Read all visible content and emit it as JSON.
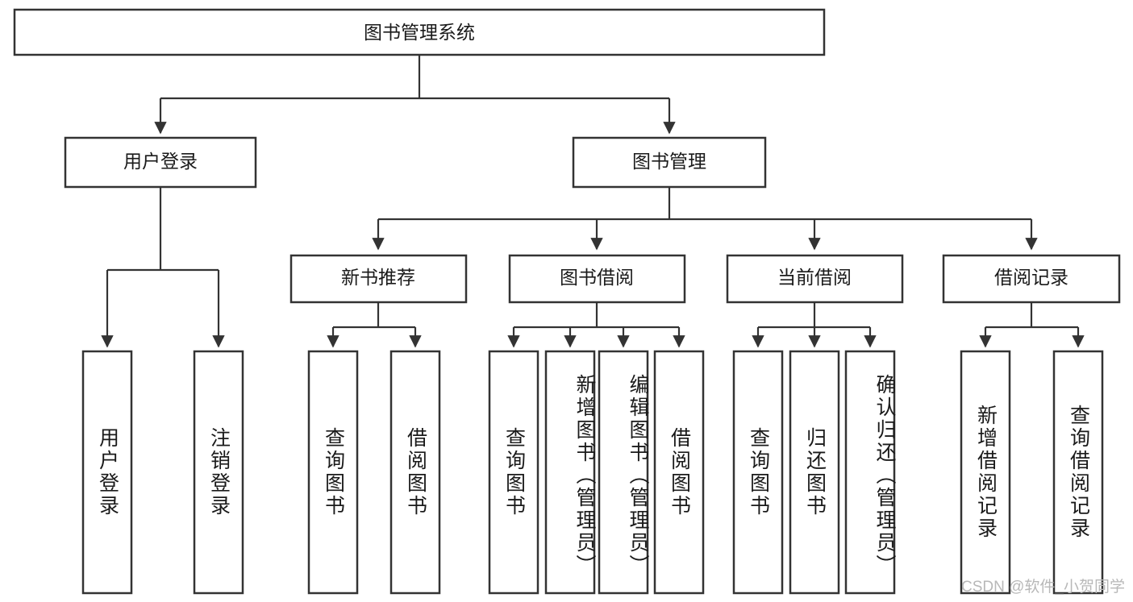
{
  "diagram": {
    "title": "图书管理系统",
    "type": "hierarchy-tree",
    "levels": 4,
    "colors": {
      "stroke": "#333333",
      "fill": "#ffffff",
      "text": "#1a1a1a",
      "watermark": "#b8b8b8",
      "background": "#ffffff"
    },
    "root": {
      "label": "图书管理系统"
    },
    "level2": [
      {
        "label": "用户登录"
      },
      {
        "label": "图书管理"
      }
    ],
    "level3": [
      {
        "label": "新书推荐"
      },
      {
        "label": "图书借阅"
      },
      {
        "label": "当前借阅"
      },
      {
        "label": "借阅记录"
      }
    ],
    "leaves": {
      "user_login": [
        {
          "label": "用户登录"
        },
        {
          "label": "注销登录"
        }
      ],
      "new_book_recommend": [
        {
          "label": "查询图书"
        },
        {
          "label": "借阅图书"
        }
      ],
      "book_borrow": [
        {
          "label": "查询图书"
        },
        {
          "label": "新增图书（管理员）"
        },
        {
          "label": "编辑图书（管理员）"
        },
        {
          "label": "借阅图书"
        }
      ],
      "current_borrow": [
        {
          "label": "查询图书"
        },
        {
          "label": "归还图书"
        },
        {
          "label": "确认归还（管理员）"
        }
      ],
      "borrow_record": [
        {
          "label": "新增借阅记录"
        },
        {
          "label": "查询借阅记录"
        }
      ]
    }
  },
  "watermark": {
    "text": "CSDN @软件_小贺同学"
  }
}
